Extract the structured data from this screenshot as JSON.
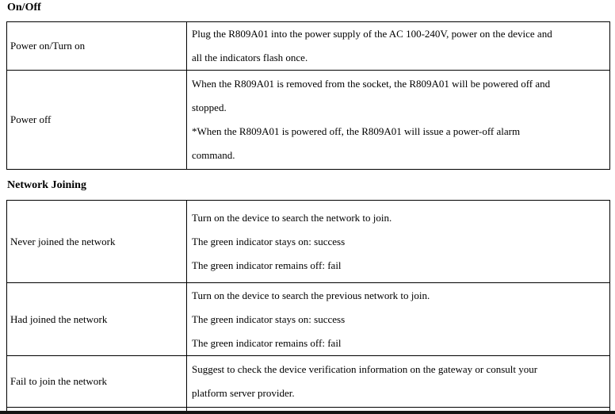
{
  "colors": {
    "background": "#ffffff",
    "text": "#000000",
    "table_border": "#000000",
    "bottom_edge_bar": "#141414"
  },
  "sections": [
    {
      "heading": "On/Off",
      "rows": [
        {
          "label": "Power on/Turn on",
          "lines": [
            "Plug the R809A01 into the power supply of the AC 100-240V, power on the device and",
            "all the indicators flash once."
          ]
        },
        {
          "label": "Power off",
          "lines": [
            "When the R809A01 is removed from the socket, the R809A01 will be powered off and",
            "stopped.",
            "*When the R809A01 is powered off, the R809A01 will issue a power-off alarm",
            "command."
          ]
        }
      ]
    },
    {
      "heading": "Network Joining",
      "rows": [
        {
          "label": "Never joined the network",
          "lines": [
            "Turn on the device to search the network to join.",
            "The green indicator stays on: success",
            "The green indicator remains off: fail"
          ]
        },
        {
          "label": "Had joined the network",
          "lines": [
            "Turn on the device to search the previous network to join.",
            "The green indicator stays on: success",
            "The green indicator remains off: fail"
          ]
        },
        {
          "label": "Fail to join the network",
          "lines": [
            "Suggest to check the device verification information on the gateway or consult your",
            "platform server provider."
          ]
        }
      ]
    }
  ]
}
